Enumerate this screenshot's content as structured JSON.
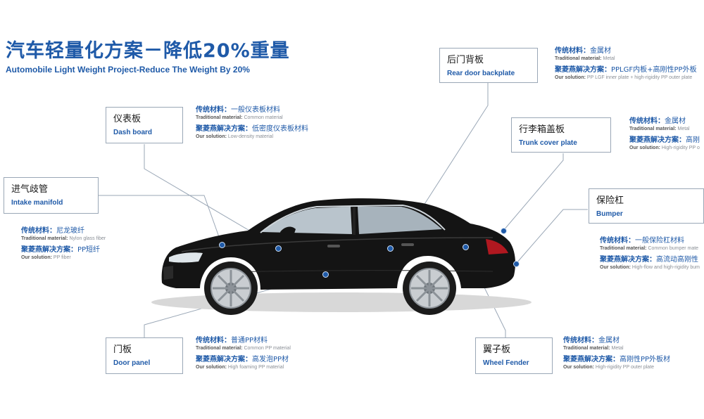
{
  "title": "汽车轻量化方案－降低20%重量",
  "subtitle": "Automobile Light Weight Project-Reduce The Weight By 20%",
  "parts": [
    {
      "id": "rear-door",
      "zh": "后门背板",
      "en": "Rear door backplate",
      "trad_label": "传统材料：",
      "trad": "金属材",
      "trad_en_label": "Traditional material:",
      "trad_en": "Metal",
      "sol_label": "聚菱燕解决方案：",
      "sol": "PPLGF内板+高刚性PP外板",
      "sol_en_label": "Our solution:",
      "sol_en": "PP LGF inner plate + high-rigidity PP outer plate"
    },
    {
      "id": "dash-board",
      "zh": "仪表板",
      "en": "Dash board",
      "trad_label": "传统材料：",
      "trad": "一般仪表板材料",
      "trad_en_label": "Traditional material:",
      "trad_en": "Common material",
      "sol_label": "聚菱燕解决方案：",
      "sol": "低密度仪表板材料",
      "sol_en_label": "Our solution:",
      "sol_en": "Low-density material"
    },
    {
      "id": "trunk-cover",
      "zh": "行李箱盖板",
      "en": "Trunk cover plate",
      "trad_label": "传统材料：",
      "trad": "金属材",
      "trad_en_label": "Traditional material:",
      "trad_en": "Metal",
      "sol_label": "聚菱燕解决方案：",
      "sol": "高刚",
      "sol_en_label": "Our solution:",
      "sol_en": "High-rigidity PP o"
    },
    {
      "id": "intake-manifold",
      "zh": "进气歧管",
      "en": "Intake manifold",
      "trad_label": "传统材料：",
      "trad": "尼龙玻纤",
      "trad_en_label": "Traditional material:",
      "trad_en": "Nylon glass fiber",
      "sol_label": "聚菱燕解决方案：",
      "sol": "PP短纤",
      "sol_en_label": "Our solution:",
      "sol_en": "PP fiber"
    },
    {
      "id": "bumper",
      "zh": "保险杠",
      "en": "Bumper",
      "trad_label": "传统材料：",
      "trad": "一般保险杠材料",
      "trad_en_label": "Traditional material:",
      "trad_en": "Common bumper mate",
      "sol_label": "聚菱燕解决方案：",
      "sol": "高流动高刚性",
      "sol_en_label": "Our solution:",
      "sol_en": "High-flow and high-rigidity bum"
    },
    {
      "id": "door-panel",
      "zh": "门板",
      "en": "Door panel",
      "trad_label": "传统材料：",
      "trad": "普通PP材料",
      "trad_en_label": "Traditional material:",
      "trad_en": "Common PP material",
      "sol_label": "聚菱燕解决方案：",
      "sol": "高发泡PP材",
      "sol_en_label": "Our solution:",
      "sol_en": "High foaming PP material"
    },
    {
      "id": "wheel-fender",
      "zh": "翼子板",
      "en": "Wheel Fender",
      "trad_label": "传统材料：",
      "trad": "金属材",
      "trad_en_label": "Traditional material:",
      "trad_en": "Metal",
      "sol_label": "聚菱燕解决方案：",
      "sol": "高刚性PP外板材",
      "sol_en_label": "Our solution:",
      "sol_en": "High-rigidity PP outer plate"
    }
  ],
  "colors": {
    "accent": "#1f5aa8",
    "line": "#9aa7b6",
    "car": "#141414"
  }
}
